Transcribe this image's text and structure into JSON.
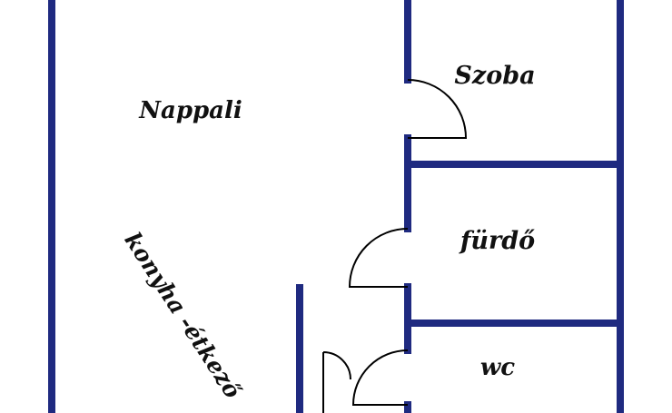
{
  "rooms": {
    "nappali": "Nappali",
    "szoba": "Szoba",
    "furdo": "fürdő",
    "wc": "wc",
    "konyha": "konyha -étkező"
  },
  "colors": {
    "wall": "#1f2a80",
    "door": "#000000",
    "label": "#111111",
    "background": "#ffffff"
  }
}
